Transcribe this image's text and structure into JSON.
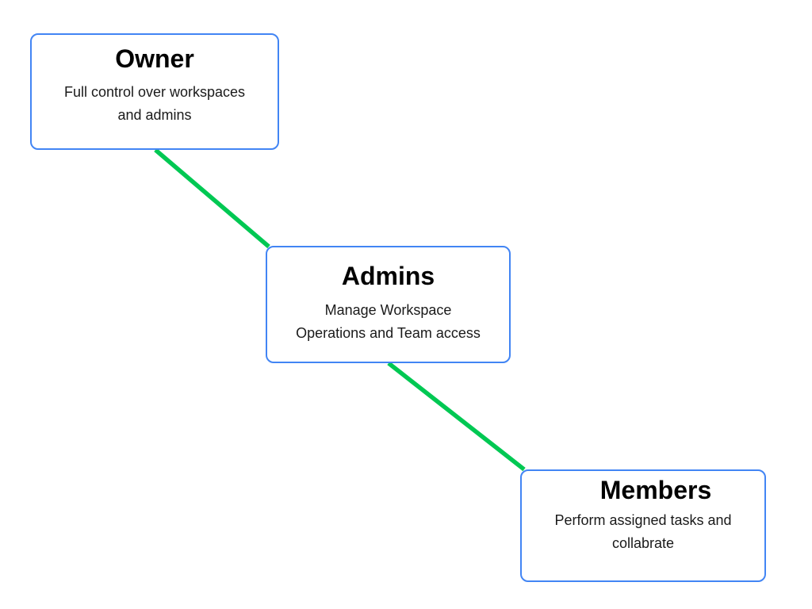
{
  "diagram": {
    "type": "hierarchy-cascade",
    "background_color": "#ffffff",
    "node_border_color": "#4285F4",
    "node_fill_color": "#ffffff",
    "connector_color": "#00C853",
    "nodes": [
      {
        "id": "owner",
        "title": "Owner",
        "description": "Full control over workspaces and admins",
        "description_line1": "Full control over workspaces",
        "description_line2": "and admins"
      },
      {
        "id": "admins",
        "title": "Admins",
        "description": "Manage Workspace Operations and Team access",
        "description_line1": "Manage Workspace",
        "description_line2": "Operations and Team access"
      },
      {
        "id": "members",
        "title": "Members",
        "description": "Perform assigned tasks and collabrate",
        "description_line1": "Perform assigned tasks and",
        "description_line2": "collabrate"
      }
    ],
    "connectors": [
      {
        "id": "owner-to-admins",
        "from": "owner",
        "to": "admins"
      },
      {
        "id": "admins-to-members",
        "from": "admins",
        "to": "members"
      }
    ]
  }
}
